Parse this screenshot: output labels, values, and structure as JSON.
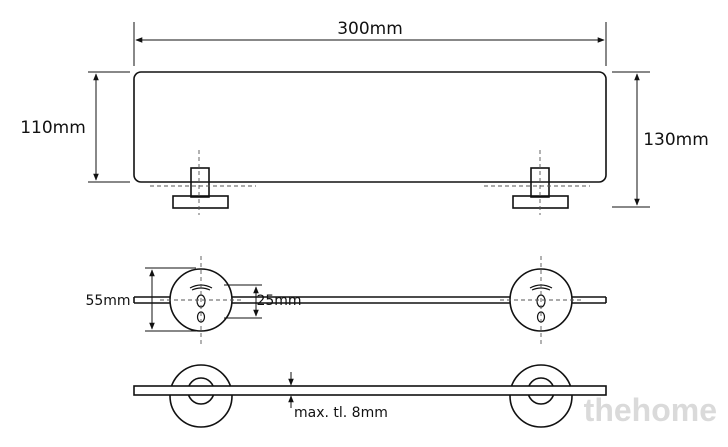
{
  "dimensions": {
    "width": "300mm",
    "height_left": "110mm",
    "height_right": "130mm",
    "mount_diameter": "55mm",
    "rod_offset": "25mm",
    "max_thickness": "max. tl. 8mm"
  },
  "watermark": {
    "text": "thehome",
    "color": "#d6d6d6"
  },
  "colors": {
    "line": "#111111",
    "dashed": "#555555"
  }
}
